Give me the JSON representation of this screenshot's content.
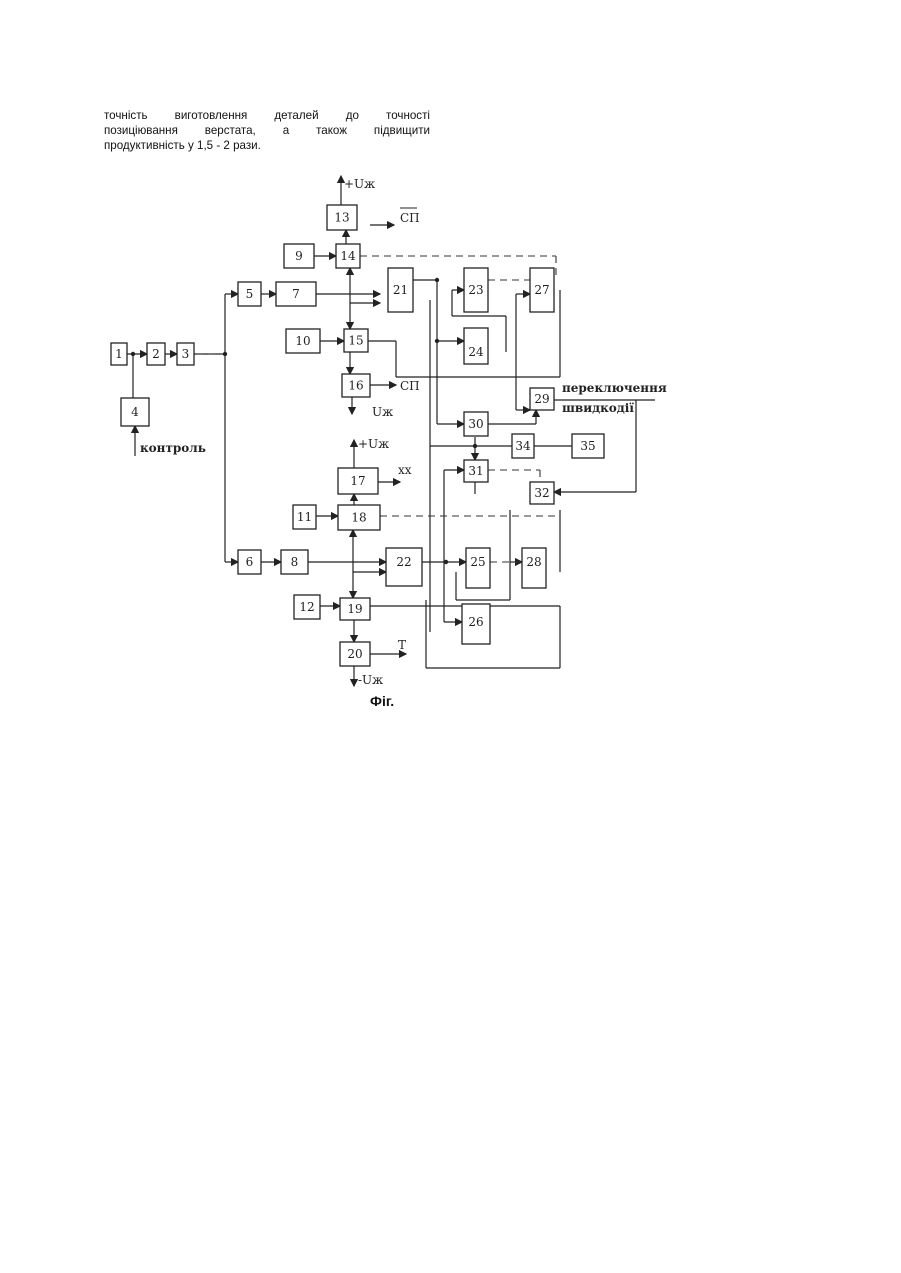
{
  "text_lines": [
    [
      "точність",
      "виготовлення",
      "деталей",
      "до",
      "точності"
    ],
    [
      "позиціювання",
      "верстата,",
      "а",
      "також",
      "підвищити"
    ],
    [
      "продуктивність у 1,5 - 2 рази."
    ]
  ],
  "diagram": {
    "blocks": [
      "1",
      "2",
      "3",
      "4",
      "5",
      "6",
      "7",
      "8",
      "9",
      "10",
      "11",
      "12",
      "13",
      "14",
      "15",
      "16",
      "17",
      "18",
      "19",
      "20",
      "21",
      "22",
      "23",
      "24",
      "25",
      "26",
      "27",
      "28",
      "29",
      "30",
      "31",
      "32",
      "34",
      "35"
    ],
    "labels": {
      "plus_uzh_top": "+Uж",
      "sp_bar": "СП",
      "sp": "СП",
      "uzh_mid": "Uж",
      "plus_uzh_mid": "+Uж",
      "xx": "хх",
      "t": "Т",
      "minus_uzh": "-Uж",
      "kontrol": "контроль",
      "perekl": "переключення",
      "shvydkod": "швидкодії"
    },
    "caption": "Фіг."
  }
}
